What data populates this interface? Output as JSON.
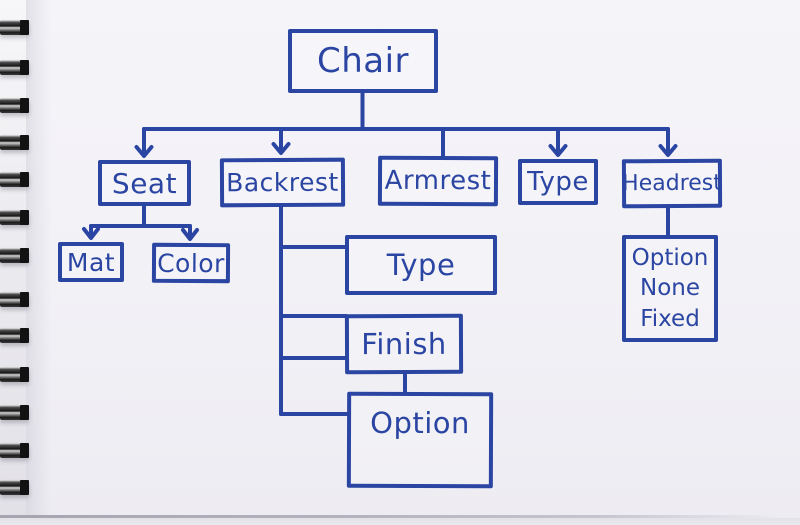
{
  "colors": {
    "ink": "#2b45a3",
    "paper": "#f2f1f6"
  },
  "diagram": {
    "root": {
      "label": "Chair"
    },
    "branches": [
      {
        "label": "Seat",
        "children": [
          {
            "label": "Mat"
          },
          {
            "label": "Color"
          }
        ]
      },
      {
        "label": "Backrest",
        "children": [
          {
            "label": "Type"
          },
          {
            "label": "Finish"
          },
          {
            "label": "Option"
          }
        ]
      },
      {
        "label": "Armrest",
        "children": []
      },
      {
        "label": "Type",
        "children": []
      },
      {
        "label": "Headrest",
        "children": [
          {
            "lines": [
              "Option",
              "None",
              "Fixed"
            ]
          }
        ]
      }
    ]
  }
}
